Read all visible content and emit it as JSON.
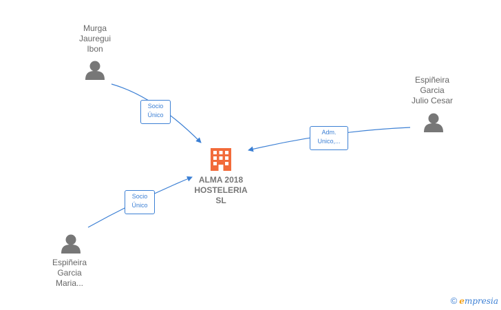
{
  "company": {
    "lines": [
      "ALMA 2018",
      "HOSTELERIA",
      "SL"
    ],
    "color": "#f26b3a"
  },
  "persons": [
    {
      "id": "murga",
      "lines": [
        "Murga",
        "Jauregui",
        "Ibon"
      ]
    },
    {
      "id": "julio",
      "lines": [
        "Espiñeira",
        "Garcia",
        "Julio Cesar"
      ]
    },
    {
      "id": "maria",
      "lines": [
        "Espiñeira",
        "Garcia",
        "Maria..."
      ]
    }
  ],
  "relations": [
    {
      "from": "murga",
      "lines": [
        "Socio",
        "Único"
      ]
    },
    {
      "from": "julio",
      "lines": [
        "Adm.",
        "Unico,..."
      ]
    },
    {
      "from": "maria",
      "lines": [
        "Socio",
        "Único"
      ]
    }
  ],
  "footer": {
    "copyright": "©",
    "brand_initial": "e",
    "brand_rest": "mpresia"
  },
  "colors": {
    "edge": "#3b7fd4",
    "person_icon": "#777777",
    "label_text": "#666666"
  }
}
